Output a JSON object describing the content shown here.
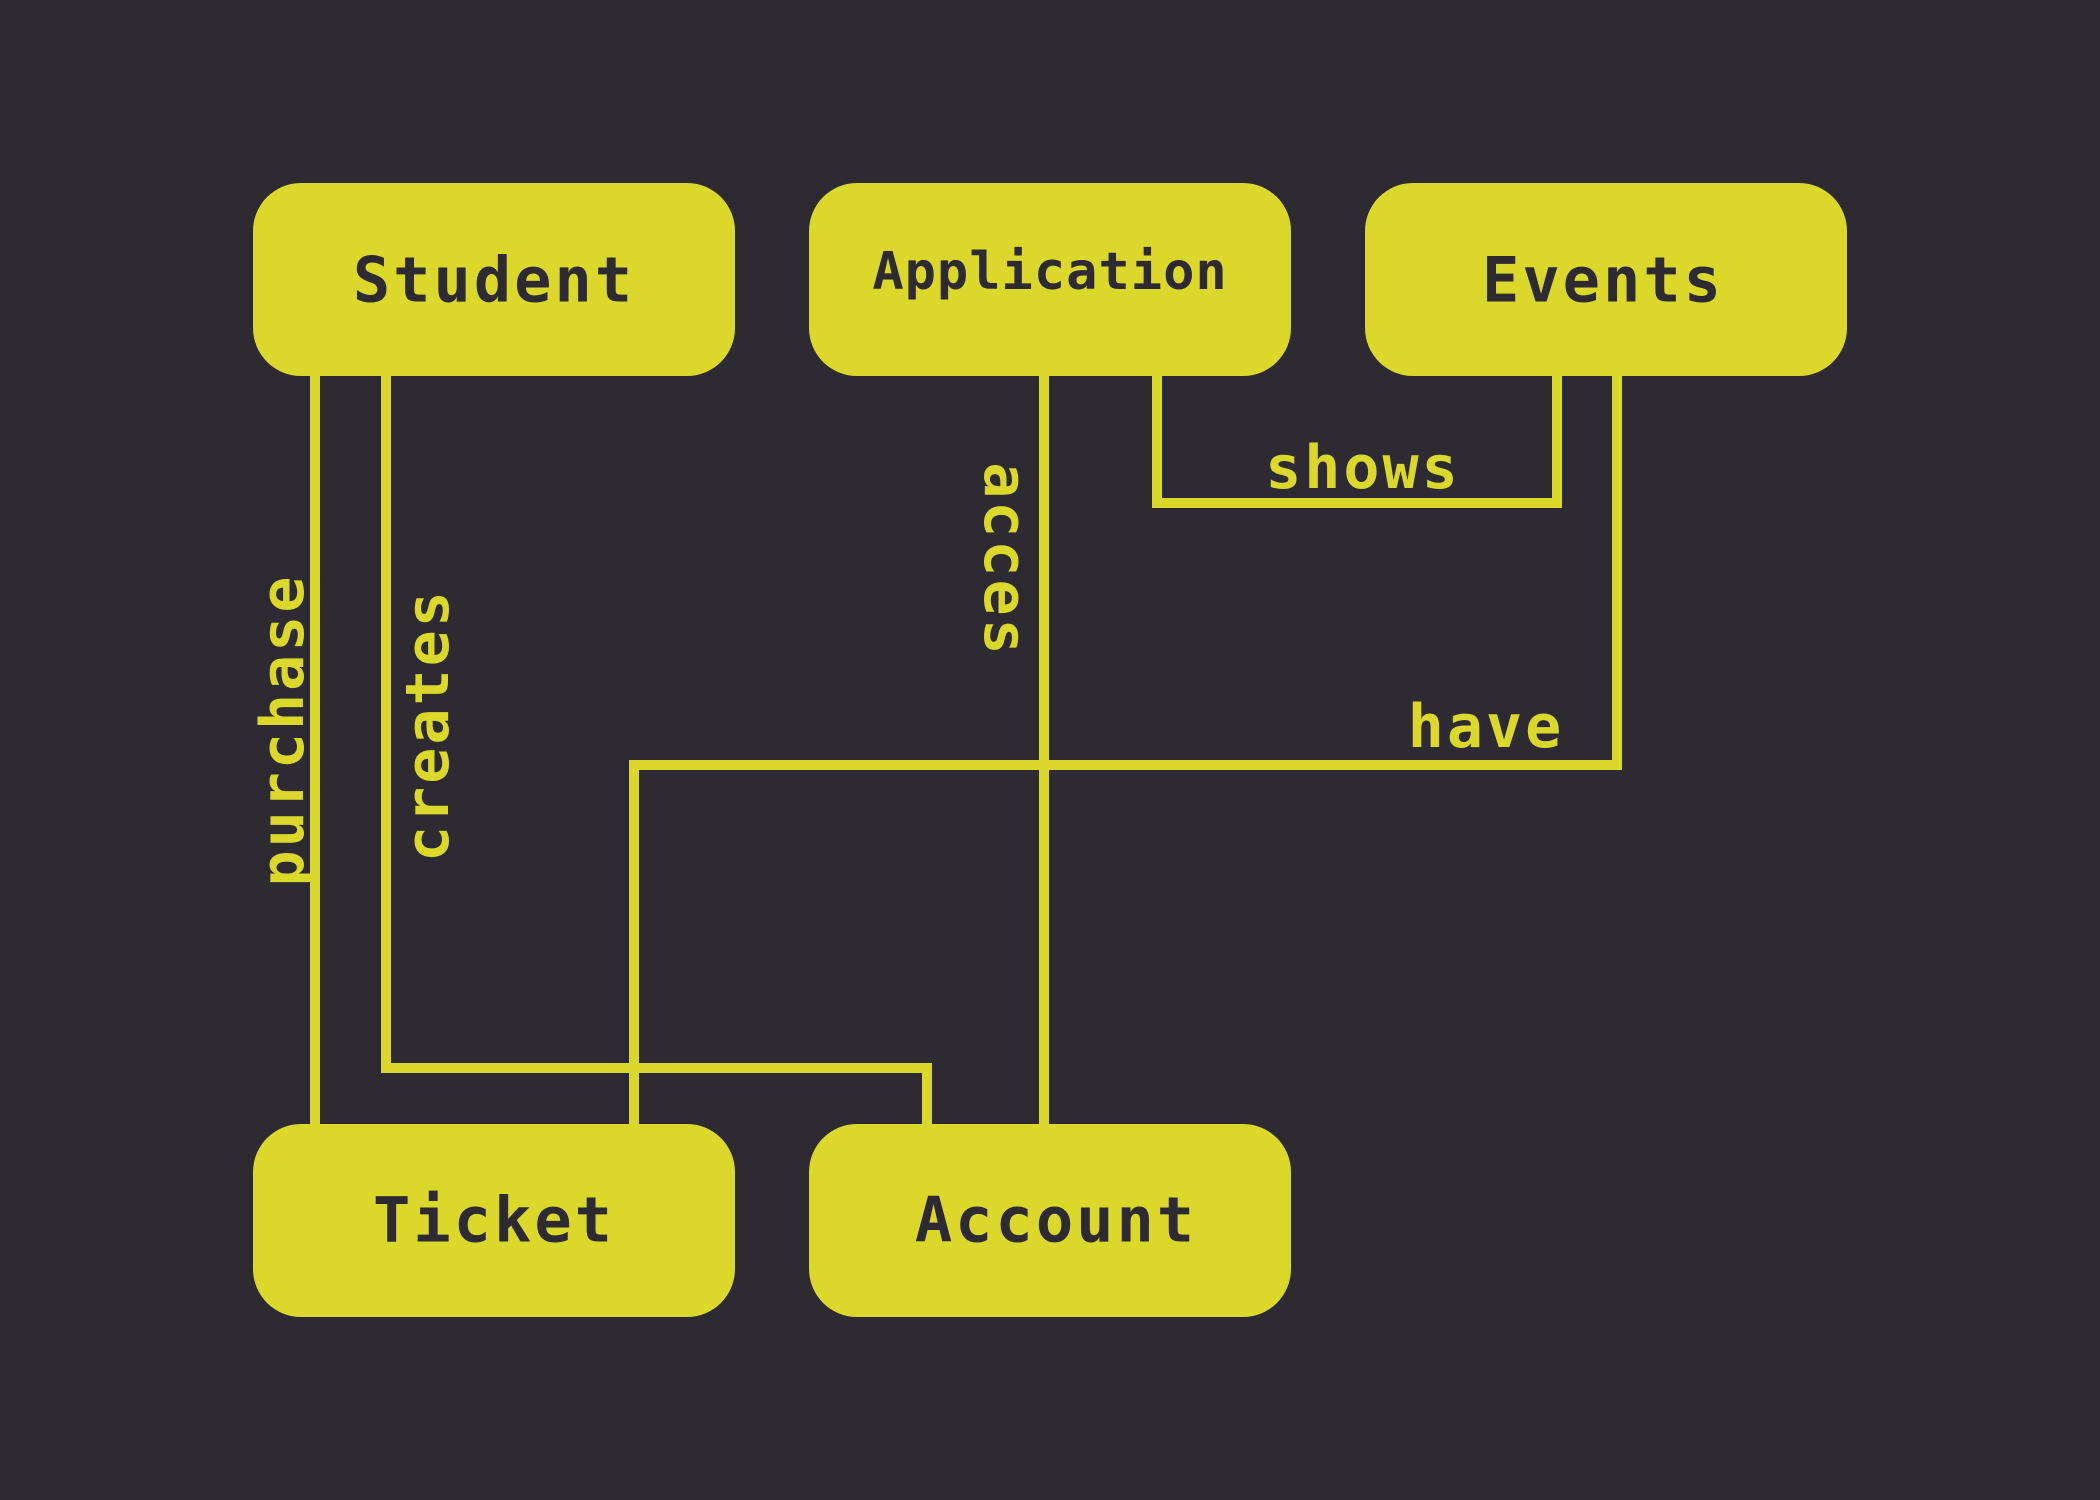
{
  "colors": {
    "background": "#2d2a31",
    "accent": "#dbd82b",
    "node_text": "#2d2a31"
  },
  "nodes": {
    "student": "Student",
    "application": "Application",
    "events": "Events",
    "ticket": "Ticket",
    "account": "Account"
  },
  "edges": {
    "purchase": "purchase",
    "creates": "creates",
    "acces": "acces",
    "shows": "shows",
    "have": "have"
  }
}
